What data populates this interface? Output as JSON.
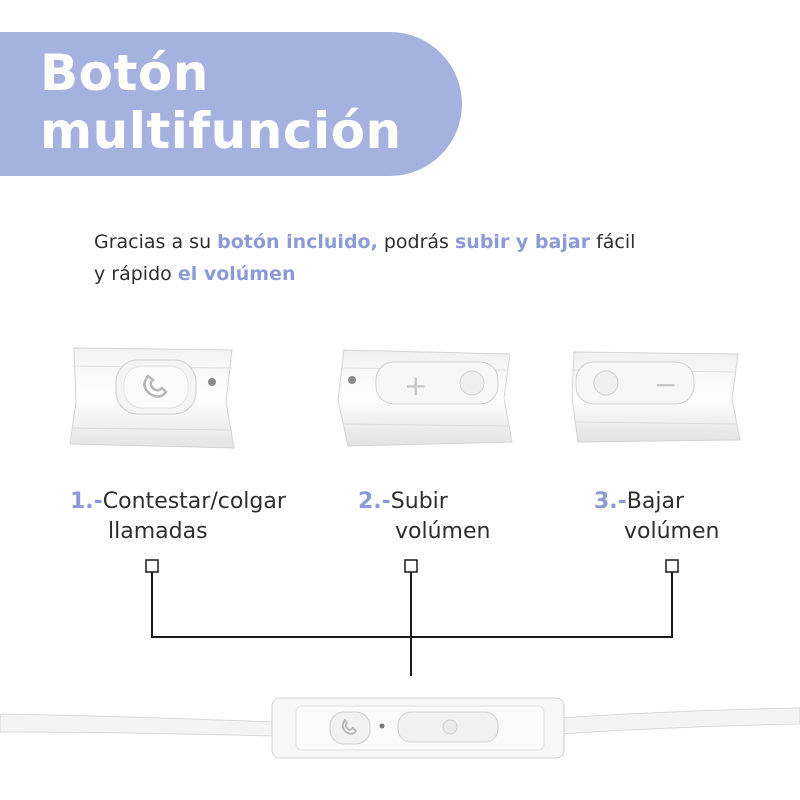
{
  "title": {
    "line1": "Botón",
    "line2": "multifunción"
  },
  "intro": {
    "t1": "Gracias a su ",
    "h1": "botón incluido,",
    "t2": " podrás ",
    "h2": "subir y bajar",
    "t3": " fácil",
    "t4": "y rápido ",
    "h3": "el volúmen"
  },
  "functions": [
    {
      "number": "1.-",
      "line1": "Contestar/colgar",
      "line2": "llamadas"
    },
    {
      "number": "2.-",
      "line1": "Subir",
      "line2": "volúmen"
    },
    {
      "number": "3.-",
      "line1": "Bajar",
      "line2": "volúmen"
    }
  ],
  "button_symbols": {
    "plus": "+",
    "minus": "−"
  },
  "colors": {
    "accent": "#a5b2e0",
    "accent_text": "#8c9bd6",
    "text": "#2e2e2e",
    "line": "#1a1a1a"
  },
  "icons": [
    "phone-icon",
    "plus-icon",
    "minus-icon"
  ]
}
